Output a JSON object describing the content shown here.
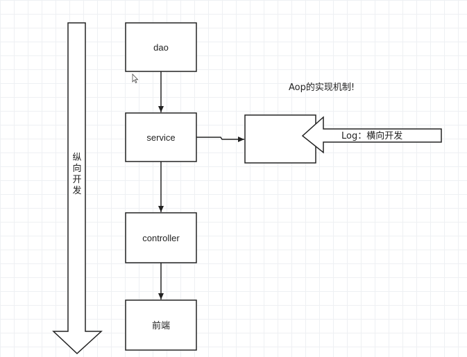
{
  "nodes": {
    "dao": "dao",
    "service": "service",
    "controller": "controller",
    "frontend": "前端"
  },
  "annotations": {
    "aop_title": "Aop的实现机制!",
    "log_label": "Log：横向开发"
  },
  "vertical_arrow": {
    "chars": [
      "纵",
      "向",
      "开",
      "发"
    ]
  },
  "colors": {
    "stroke": "#222222",
    "fill": "#ffffff",
    "grid": "#eef0f3"
  }
}
